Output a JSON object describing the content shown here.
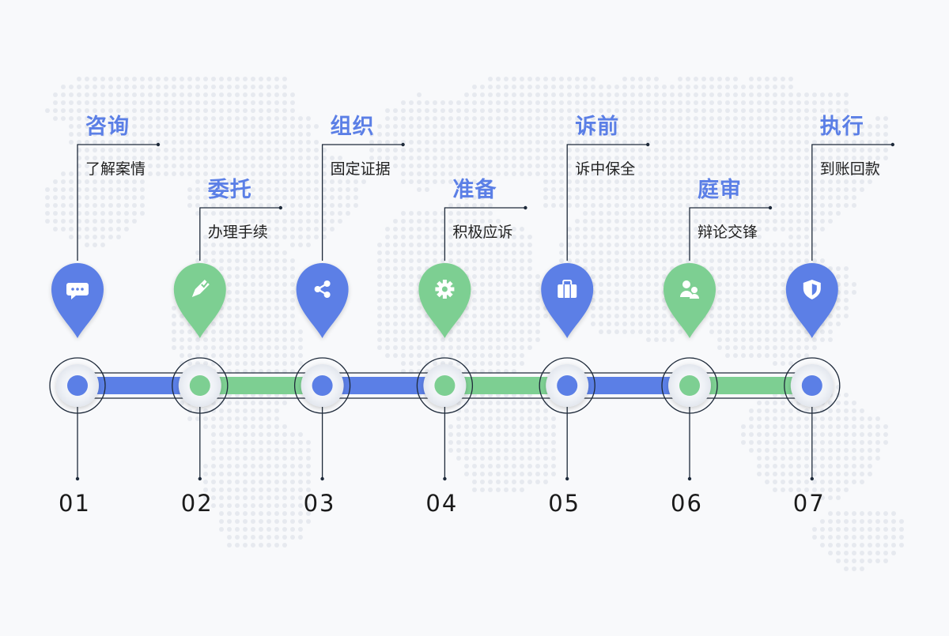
{
  "colors": {
    "blue": "#5b7fe6",
    "green": "#7dcf92",
    "background": "#f8f9fb",
    "map_dots": "#e6e9ef"
  },
  "steps": [
    {
      "num": "01",
      "title": "咨询",
      "desc": "了解案情",
      "color": "blue",
      "icon": "chat-bubble-icon"
    },
    {
      "num": "02",
      "title": "委托",
      "desc": "办理手续",
      "color": "green",
      "icon": "pen-check-icon"
    },
    {
      "num": "03",
      "title": "组织",
      "desc": "固定证据",
      "color": "blue",
      "icon": "share-icon"
    },
    {
      "num": "04",
      "title": "准备",
      "desc": "积极应诉",
      "color": "green",
      "icon": "gear-icon"
    },
    {
      "num": "05",
      "title": "诉前",
      "desc": "诉中保全",
      "color": "blue",
      "icon": "briefcase-icon"
    },
    {
      "num": "06",
      "title": "庭审",
      "desc": "辩论交锋",
      "color": "green",
      "icon": "people-icon"
    },
    {
      "num": "07",
      "title": "执行",
      "desc": "到账回款",
      "color": "blue",
      "icon": "shield-icon"
    }
  ]
}
